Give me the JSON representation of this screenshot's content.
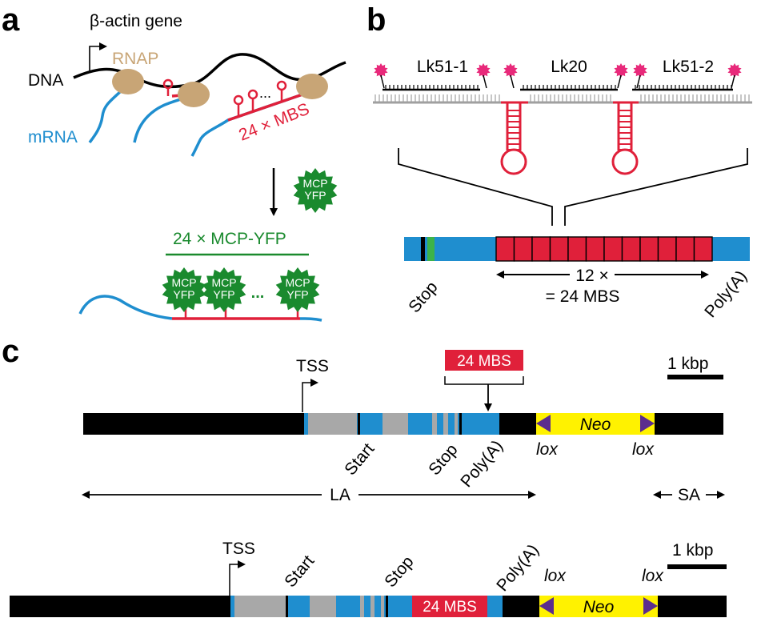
{
  "colors": {
    "dna": "#000000",
    "mrna": "#1f8ecf",
    "rnap": "#c8a576",
    "mbs": "#e0203a",
    "mcp": "#1a8a2e",
    "exon": "#1f8ecf",
    "intron": "#a8a8a8",
    "neo": "#fff200",
    "lox": "#5b2d8e",
    "probe_fluor": "#e8297a",
    "probe_backbone": "#a0a0a0"
  },
  "panel_a": {
    "label": "a",
    "gene_label": "β-actin gene",
    "dna_label": "DNA",
    "rnap_label": "RNAP",
    "mrna_label": "mRNA",
    "mbs_label": "24 × MBS",
    "mcp_line1": "MCP",
    "mcp_line2": "YFP",
    "ellipsis": "...",
    "mcp_array_label": "24 × MCP-YFP"
  },
  "panel_b": {
    "label": "b",
    "probes": [
      "Lk51-1",
      "Lk20",
      "Lk51-2"
    ],
    "stop_label": "Stop",
    "repeat_label": "12 ×",
    "repeat_sub": "= 24 MBS",
    "polya_label": "Poly(A)"
  },
  "panel_c": {
    "label": "c",
    "top": {
      "tss": "TSS",
      "insert": "24 MBS",
      "scale": "1 kbp",
      "neo": "Neo",
      "start": "Start",
      "stop": "Stop",
      "polya": "Poly(A)",
      "lox1": "lox",
      "lox2": "lox",
      "la": "LA",
      "sa": "SA"
    },
    "bottom": {
      "tss": "TSS",
      "start": "Start",
      "stop": "Stop",
      "polya": "Poly(A)",
      "scale": "1 kbp",
      "lox1": "lox",
      "lox2": "lox",
      "insert": "24 MBS",
      "neo": "Neo"
    }
  }
}
